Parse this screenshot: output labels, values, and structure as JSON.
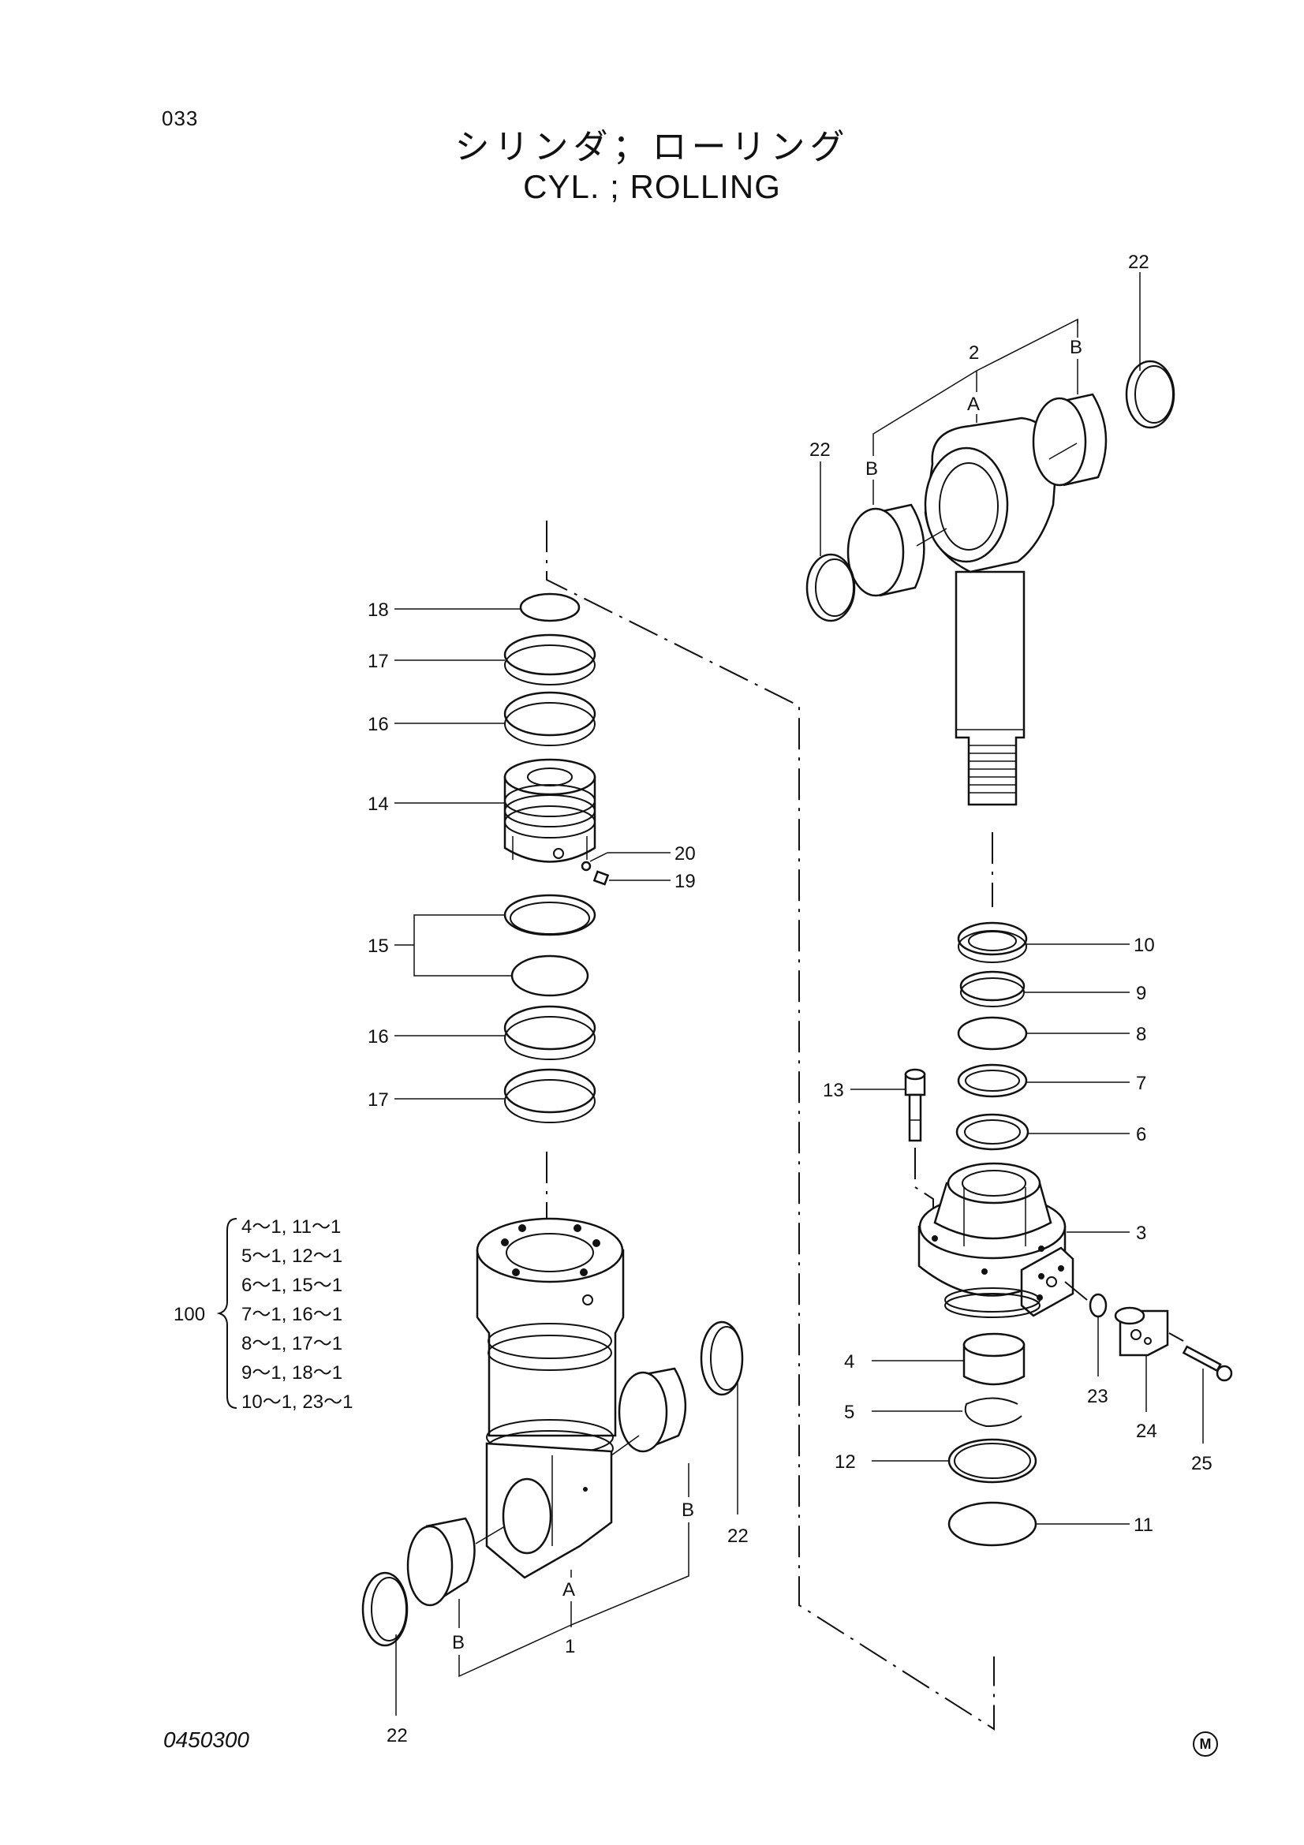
{
  "header": {
    "page_number": "033",
    "title_jp": "シリンダ；ローリング",
    "title_en": "CYL. ; ROLLING"
  },
  "footer": {
    "drawing_number": "0450300",
    "mark": "M"
  },
  "kit": {
    "number": "100",
    "contents": [
      "4～1, 11～1",
      "5～1, 12～1",
      "6～1, 15～1",
      "7～1, 16～1",
      "8～1, 17～1",
      "9～1, 18～1",
      "10～1, 23～1"
    ]
  },
  "callouts": {
    "p1": "1",
    "p2": "2",
    "p3": "3",
    "p4": "4",
    "p5": "5",
    "p6": "6",
    "p7": "7",
    "p8": "8",
    "p9": "9",
    "p10": "10",
    "p11": "11",
    "p12": "12",
    "p13": "13",
    "p14": "14",
    "p15": "15",
    "p16": "16",
    "p17": "17",
    "p18": "18",
    "p19": "19",
    "p20": "20",
    "p22": "22",
    "p23": "23",
    "p24": "24",
    "p25": "25",
    "A": "A",
    "B": "B"
  }
}
